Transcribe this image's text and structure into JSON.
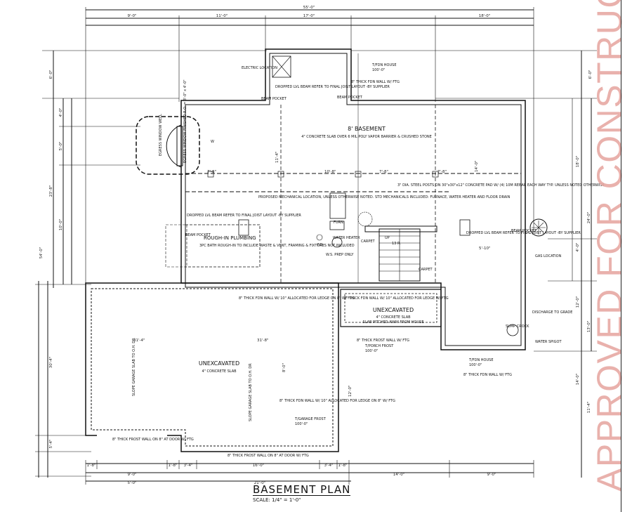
{
  "stamp": "APPROVED FOR CONSTRUCTION",
  "plan_title": "BASEMENT PLAN",
  "plan_scale": "SCALE: 1/4\" = 1'-0\"",
  "rooms": {
    "basement_title": "8' BASEMENT",
    "basement_note": "4\" CONCRETE SLAB OVER 6 MIL POLY VAPOR BARRIER & CRUSHED STONE",
    "unexcavated_left_title": "UNEXCAVATED",
    "unexcavated_left_note": "4\" CONCRETE SLAB",
    "unexcavated_right_title": "UNEXCAVATED",
    "unexcavated_right_note": "4\" CONCRETE SLAB",
    "unexcavated_right_note2": "SLAB PITCHED AWAY FROM HOUSE"
  },
  "notes": {
    "electric": "ELECTRIC LOCATION",
    "dropped_beam_top": "DROPPED LVL BEAM REFER TO FINAL JOIST LAYOUT -BY SUPPLIER",
    "beam_pocket_top": "BEAM POCKET",
    "beam_pocket_right_top": "BEAM POCKET",
    "tfdn_house_top": "T/FDN HOUSE",
    "tfdn_house_top_val": "100'-0\"",
    "thick_fdn_wall_top": "8\" THICK FDN WALL W/ FTG",
    "steel_posts": "3\" DIA. STEEL POSTS ON 30\"x30\"x12\" CONCRETE PAD W/ (4) 10M REBAR EACH WAY TYP. UNLESS NOTED OTHERWISE",
    "mechanical": "PROPOSED MECHANICAL LOCATION, UNLESS OTHERWISE NOTED. STD MECHANICALS INCLUDED: FURNACE, WATER HEATER AND FLOOR DRAIN",
    "dropped_beam_left": "DROPPED LVL BEAM REFER TO FINAL JOIST LAYOUT -BY SUPPLIER",
    "beam_pocket_left": "BEAM POCKET",
    "roughin_title": "ROUGH-IN PLUMBING",
    "roughin_note": "3PC BATH ROUGH-IN TO INCLUDE WASTE & VENT, FRAMING & FIXTURES NOT INCLUDED",
    "furn": "FURN.",
    "water_heater": "WATER HEATER",
    "fd": "F.D.",
    "ws_prep": "W.S. PREP ONLY",
    "carpet1": "CARPET",
    "carpet2": "CARPET",
    "stairs_up": "UP",
    "stairs_down": "13 R.",
    "dropped_beam_right": "DROPPED LVL BEAM REFER TO FINAL JOIST LAYOUT -BY SUPPLIER",
    "beam_pocket_right": "BEAM POCKET",
    "gas": "GAS LOCATION",
    "discharge": "DISCHARGE TO GRADE",
    "sump": "SUMP CROCK",
    "water_spigot": "WATER SPIGOT",
    "thick_fdn_wall_mid": "8\" THICK FDN WALL W/ 10\" ALLOCATED FOR LEDGE W/ FTG",
    "thick_fdn_wall_left": "8\" THICK FDN WALL W/ 10\" ALLOCATED FOR LEDGE ON 8\" W/ FTG",
    "tporch_frost": "T/PORCH FROST",
    "tporch_frost_val": "100'-0\"",
    "thick_frost_wall_mid": "8\" THICK FROST WALL W/ FTG",
    "tfdn_house_low": "T/FDN HOUSE",
    "tfdn_house_low_val": "100'-0\"",
    "thick_fdn_wall_low": "8\" THICK FDN WALL W/ FTG",
    "thick_fdn_wall_garage": "8\" THICK FDN WALL W/ 10\" ALLOCATED FOR LEDGE ON 8\" W/ FTG",
    "tgarage_frost": "T/GARAGE FROST",
    "tgarage_frost_val": "100'-0\"",
    "thick_frost_wall_left": "8\" THICK FROST WALL ON 8\" AT DOOR W/ FTG",
    "thick_frost_wall_bottom": "8\" THICK FROST WALL ON 8\" AT DOOR W/ FTG",
    "slope_garage_1": "SLOPE GARAGE SLAB TO O.H. DR",
    "slope_garage_2": "SLOPE GARAGE SLAB TO O.H. DR",
    "egress_window": "EGRESS WINDOW WELL",
    "egress_note": "EGRESS WINDOW FINISHED R.O. = 3'-0\" x 4'-0\"",
    "window_tag": "W"
  },
  "dims": {
    "top_overall": "55'-0\"",
    "top_1": "9'-0\"",
    "top_2": "11'-0\"",
    "top_3": "17'-0\"",
    "top_4": "18'-0\"",
    "left_1": "6'-0\"",
    "left_2": "4'-0\"",
    "left_3": "5'-0\"",
    "left_4": "23'-8\"",
    "left_5": "54'-0\"",
    "left_6": "10'-0\"",
    "left_7": "30'-4\"",
    "left_8": "5'-4\"",
    "right_1": "6'-0\"",
    "right_2": "18'-0\"",
    "right_3": "24'-0\"",
    "right_4": "4'-0\"",
    "right_5": "12'-0\"",
    "right_6": "13'-0\"",
    "right_7": "14'-0\"",
    "right_8": "11'-4\"",
    "bottom_1": "1'-8\"",
    "bottom_2": "9'-0\"",
    "bottom_3": "1'-8\"",
    "bottom_4": "3'-4\"",
    "bottom_5": "16'-0\"",
    "bottom_6": "3'-4\"",
    "bottom_7": "1'-8\"",
    "bottom_8": "14'-0\"",
    "bottom_9": "9'-0\"",
    "bottom_total_left": "5'-0\"",
    "bottom_total_mid": "21'-0\"",
    "int_1": "7'-8\"",
    "int_2": "10'-8\"",
    "int_3": "7'-8\"",
    "int_4": "7'-8\"",
    "int_5": "11'-4\"",
    "int_6": "31'-4\"",
    "int_7": "31'-8\"",
    "int_8": "5'-10\"",
    "int_9": "8'-0\"",
    "int_10": "12'-0\"",
    "int_11": "14'-0\""
  }
}
